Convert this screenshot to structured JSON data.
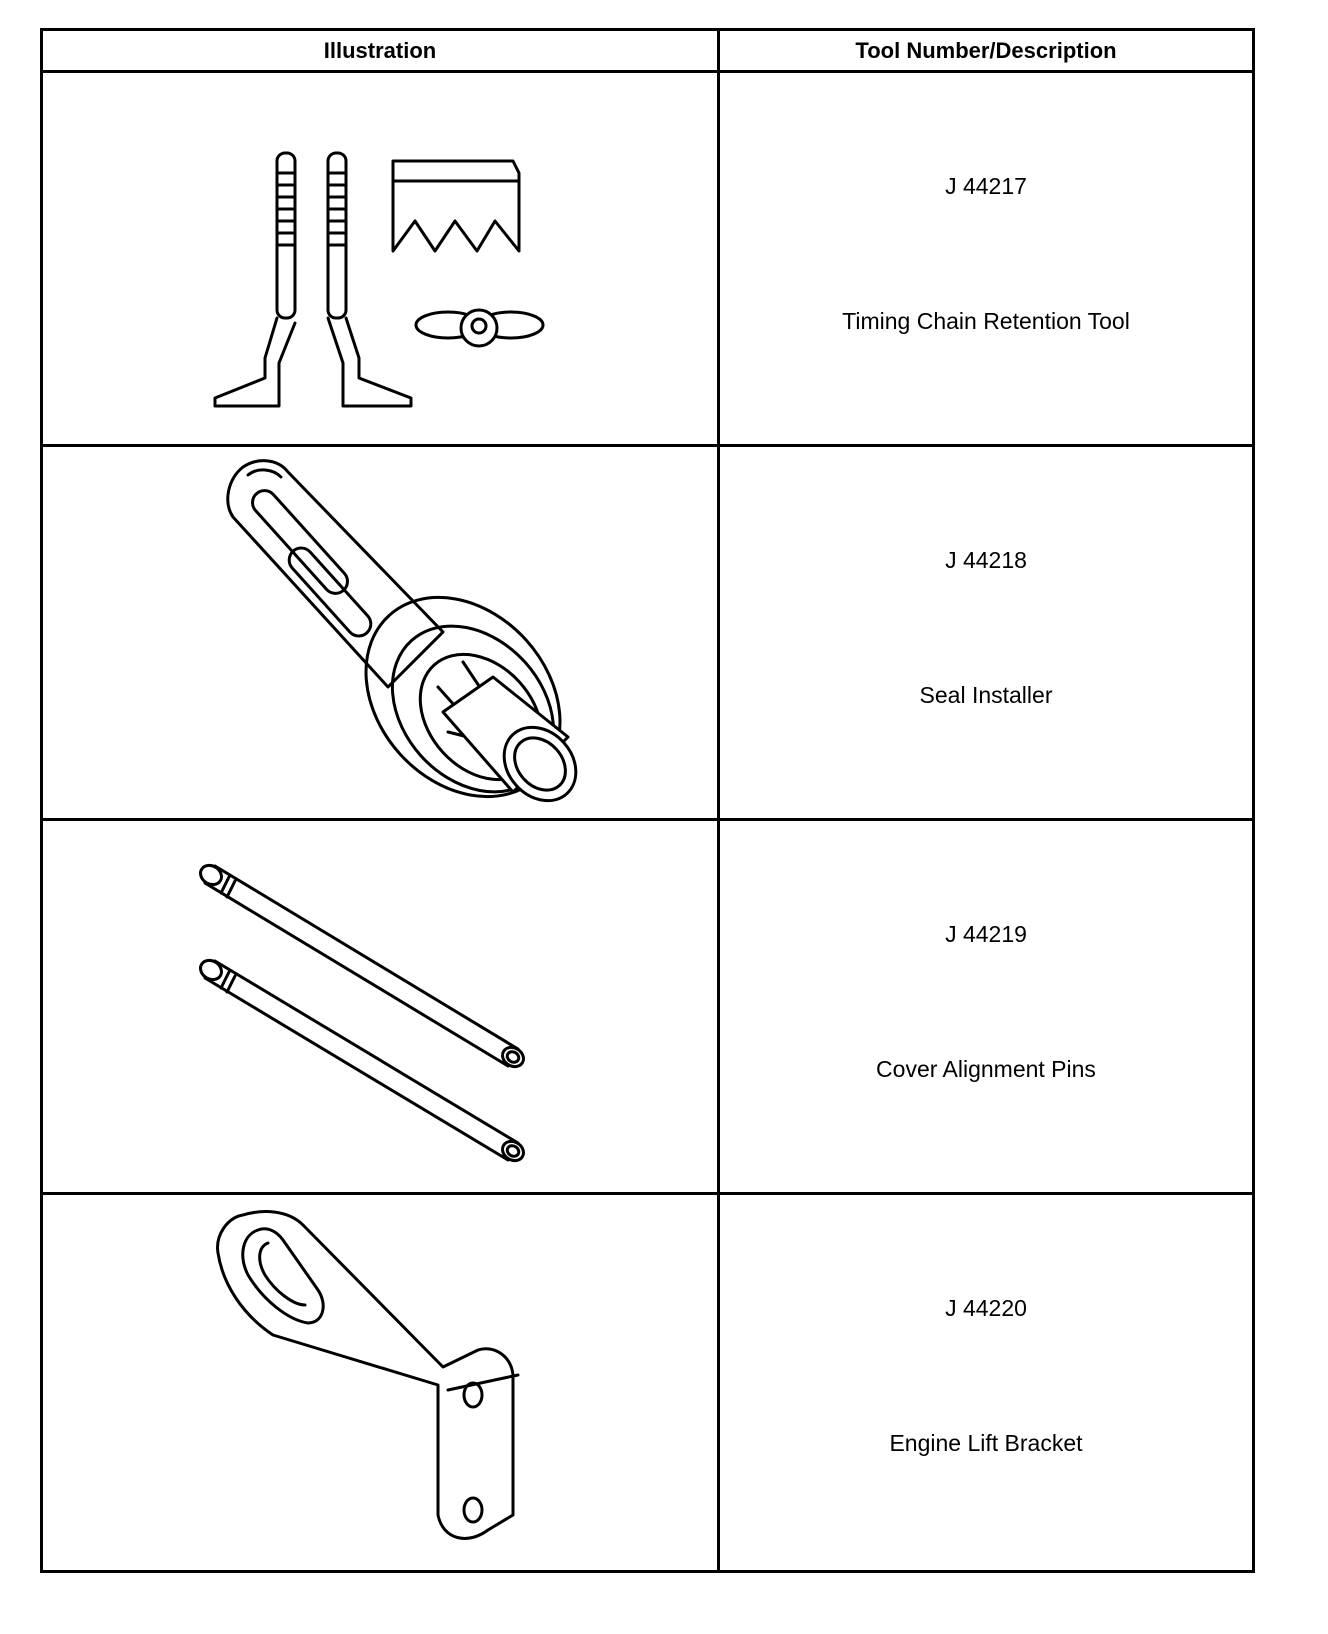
{
  "header": {
    "illustration": "Illustration",
    "description": "Tool Number/Description"
  },
  "rows": [
    {
      "number": "J 44217",
      "name": "Timing Chain Retention Tool"
    },
    {
      "number": "J 44218",
      "name": "Seal Installer"
    },
    {
      "number": "J 44219",
      "name": "Cover Alignment Pins"
    },
    {
      "number": "J 44220",
      "name": "Engine Lift Bracket"
    }
  ]
}
